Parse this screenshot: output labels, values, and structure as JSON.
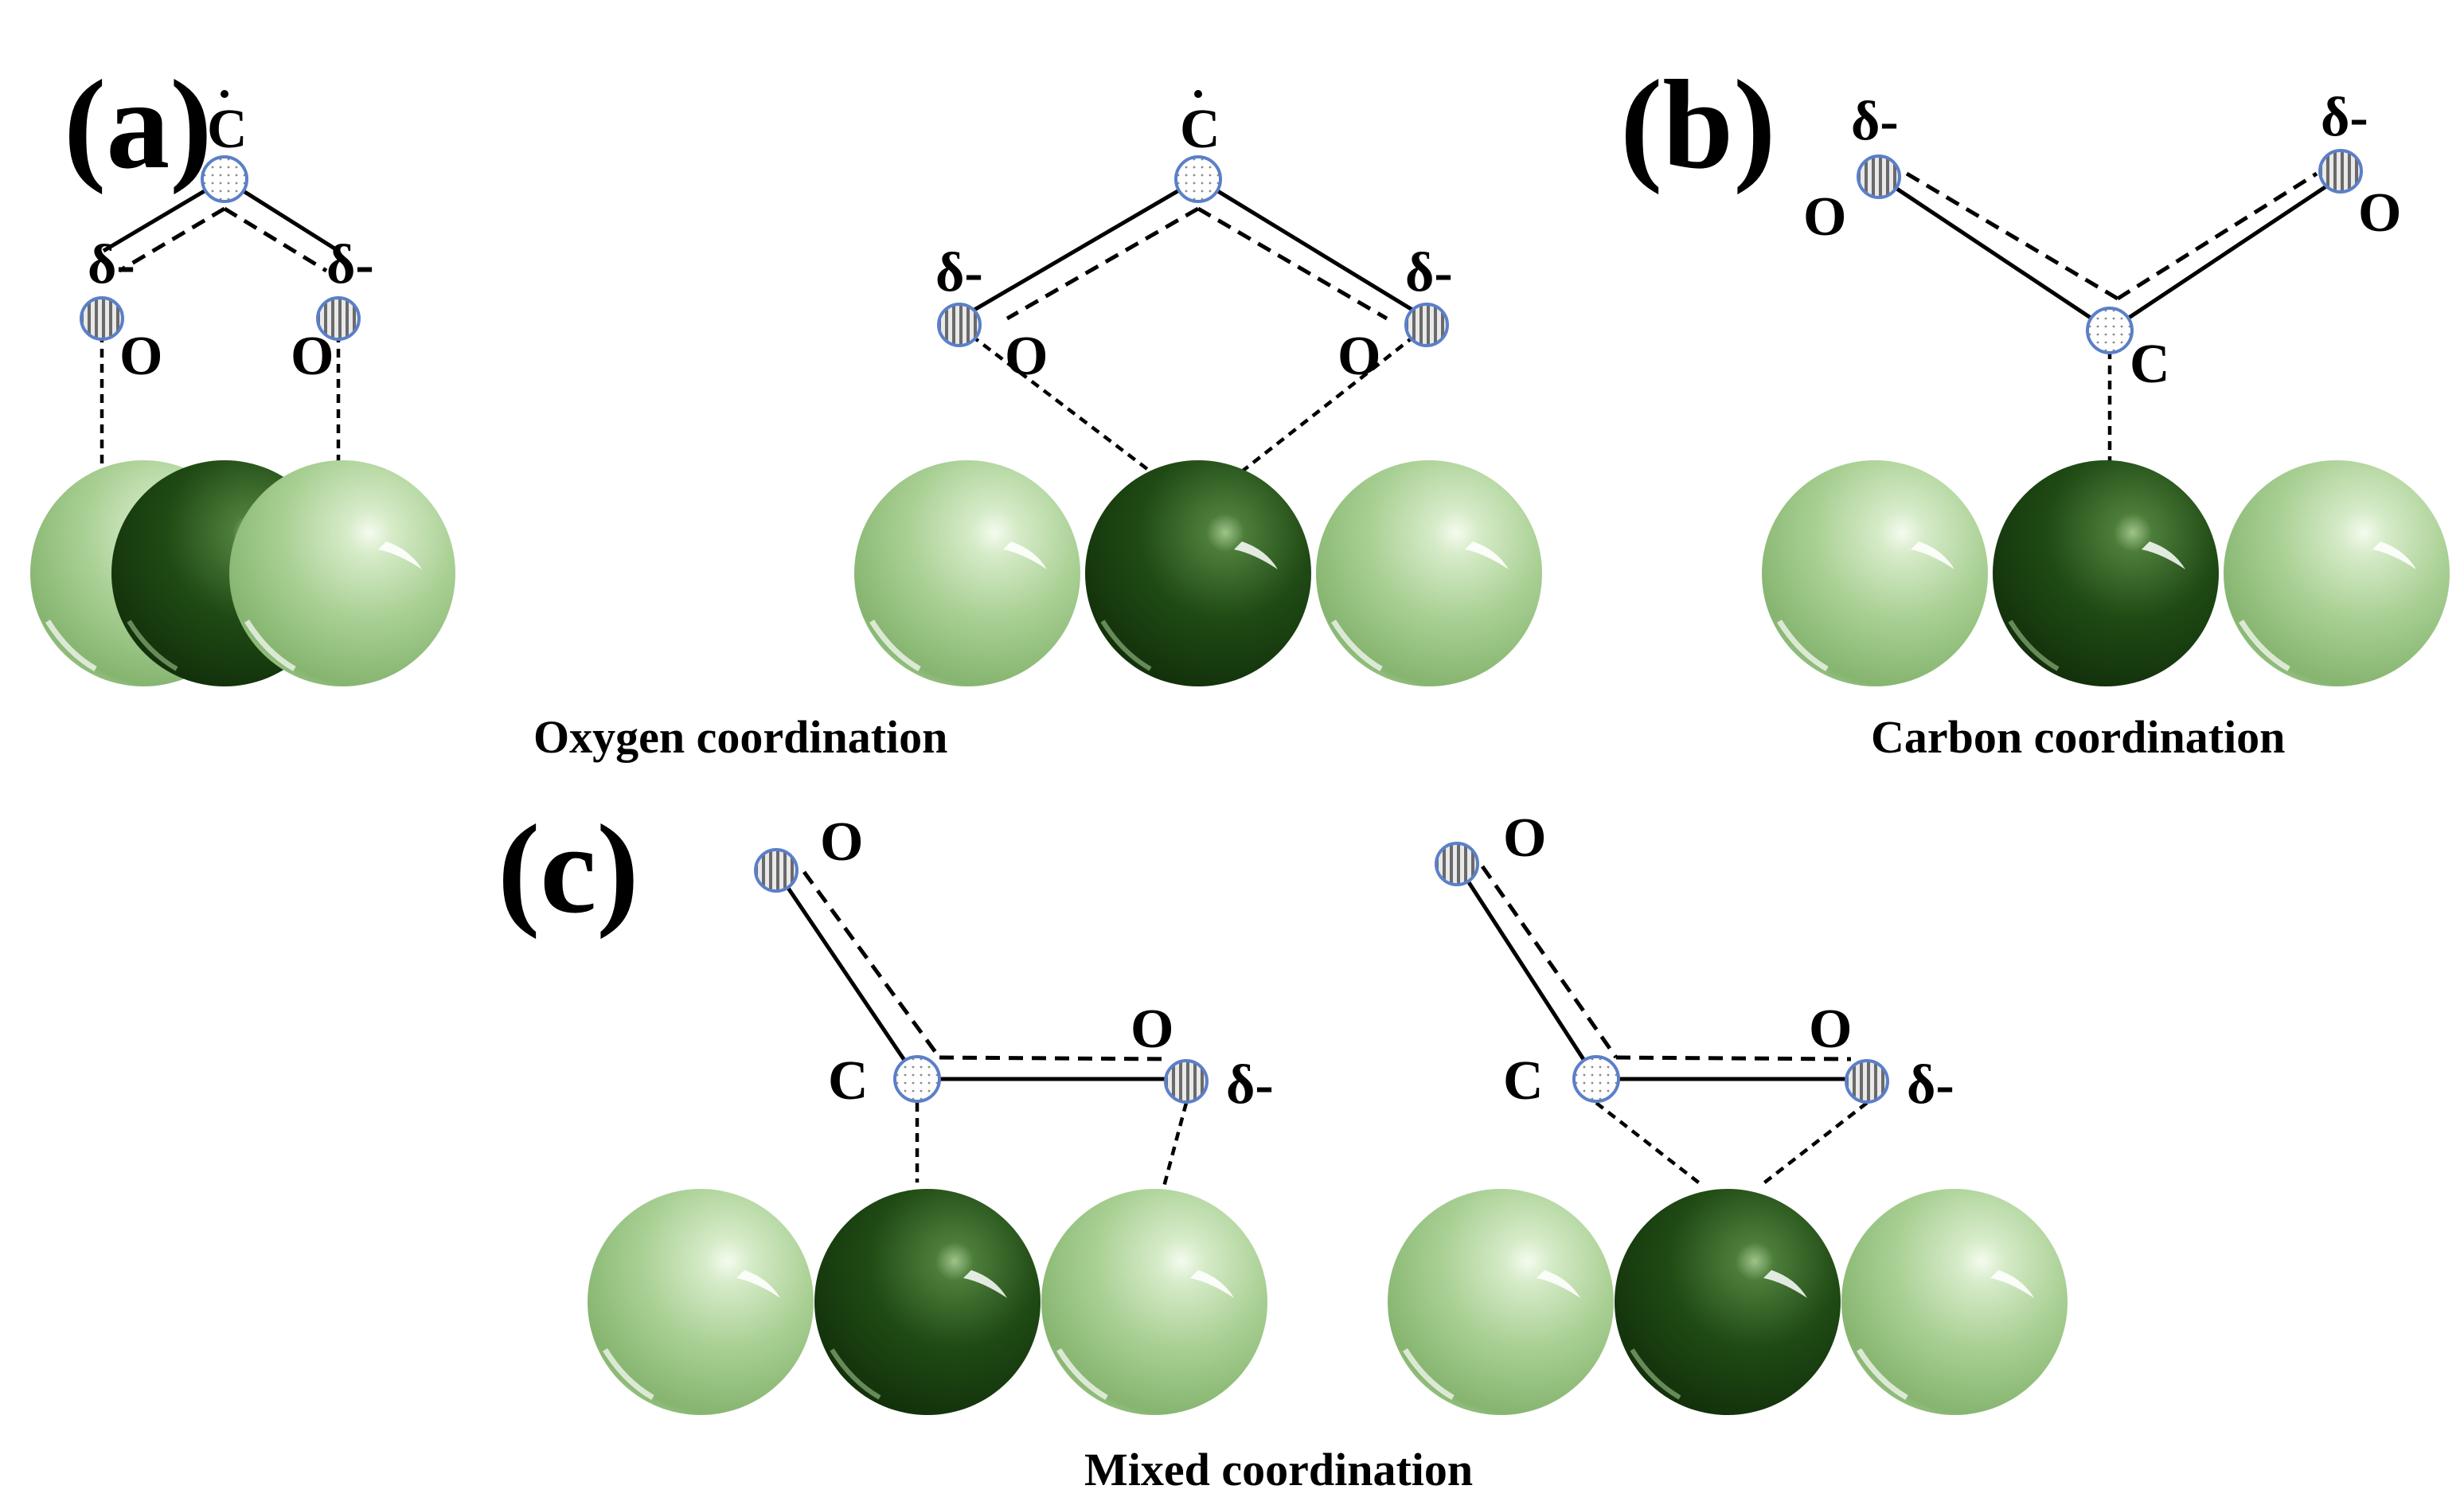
{
  "panels": {
    "a": {
      "label": "(a)",
      "caption": "Oxygen coordination",
      "left": {
        "c_label": "C",
        "o_left_label": "O",
        "o_right_label": "O",
        "delta_left": "δ-",
        "delta_right": "δ-"
      },
      "right": {
        "c_label": "C",
        "o_left_label": "O",
        "o_right_label": "O",
        "delta_left": "δ-",
        "delta_right": "δ-"
      }
    },
    "b": {
      "label": "(b)",
      "caption": "Carbon coordination",
      "c_label": "C",
      "o_left_label": "O",
      "o_right_label": "O",
      "delta_left": "δ-",
      "delta_right": "δ-"
    },
    "c": {
      "label": "(c)",
      "caption": "Mixed coordination",
      "left": {
        "c_label": "C",
        "o_top_label": "O",
        "o_right_label": "O",
        "delta_right": "δ-"
      },
      "right": {
        "c_label": "C",
        "o_top_label": "O",
        "o_right_label": "O",
        "delta_right": "δ-"
      }
    }
  },
  "colors": {
    "light_sphere": "#9cc58a",
    "dark_sphere": "#1f4a14",
    "atom_outline": "#5b7fc8"
  },
  "icons": {
    "oxygen_atom": "striped-sphere-icon",
    "carbon_atom": "dotted-sphere-icon",
    "surface_atom": "green-sphere-icon"
  }
}
